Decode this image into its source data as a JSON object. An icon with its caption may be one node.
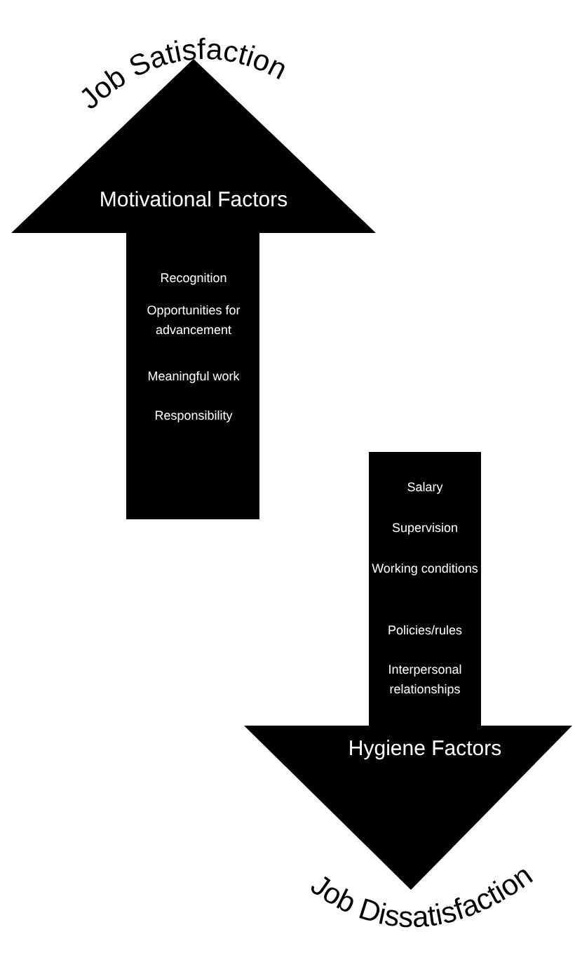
{
  "diagram": {
    "nodes": [
      {
        "text": [
          "Motivational Factors",
          "Recognition",
          "Opportunities for advancement",
          "Meaningful work",
          "Responsibility"
        ]
      },
      {
        "text": [
          "Salary",
          "Supervision",
          "Working conditions",
          "Policies/rules",
          "Interpersonal relationships",
          "Hygiene Factors"
        ]
      }
    ],
    "labels": [
      "Job Satisfaction",
      "Job Dissatisfaction"
    ]
  }
}
